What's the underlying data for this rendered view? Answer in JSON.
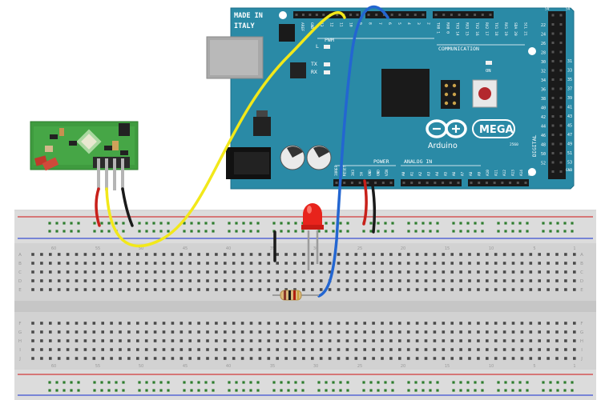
{
  "board": {
    "made_in": "MADE IN",
    "italy": "ITALY",
    "brand": "Arduino",
    "model": "MEGA",
    "model_sub": "2560",
    "pwm": "PWM",
    "communication": "COMMUNICATION",
    "power": "POWER",
    "analog_in": "ANALOG IN",
    "digital": "DIGITAL",
    "led_l": "L",
    "led_tx": "TX",
    "led_rx": "RX",
    "led_on": "ON",
    "top_header_labels": [
      "AREF",
      "GND",
      "13",
      "12",
      "11",
      "10",
      "9",
      "8",
      "7",
      "6",
      "5",
      "4",
      "3",
      "2",
      "TX0 1",
      "RX0 0",
      "TX3 14",
      "RX3 15",
      "TX2 16",
      "RX2 17",
      "TX1 18",
      "RX1 19",
      "SDA 20",
      "SCL 21"
    ],
    "power_labels": [
      "IOREF",
      "RESET",
      "3V3",
      "5V",
      "GND",
      "GND",
      "VIN"
    ],
    "analog_labels": [
      "A0",
      "A1",
      "A2",
      "A3",
      "A4",
      "A5",
      "A6",
      "A7",
      "A8",
      "A9",
      "A10",
      "A11",
      "A12",
      "A13",
      "A14",
      "A15"
    ],
    "right_labels_left": [
      "22",
      "24",
      "26",
      "28",
      "30",
      "32",
      "34",
      "36",
      "38",
      "40",
      "42",
      "44",
      "46",
      "48",
      "50",
      "52"
    ],
    "right_labels_right": [
      "31",
      "33",
      "35",
      "37",
      "39",
      "41",
      "43",
      "45",
      "47",
      "49",
      "51",
      "53"
    ],
    "right_top_pins": [
      "5V",
      "5V"
    ],
    "right_bottom_pin": "GND"
  },
  "breadboard": {
    "column_numbers_top": [
      "60",
      "55",
      "50",
      "45",
      "40",
      "35",
      "30",
      "25",
      "20",
      "15",
      "10",
      "5",
      "1"
    ],
    "row_letters_top": [
      "A",
      "B",
      "C",
      "D",
      "E"
    ],
    "row_letters_bottom": [
      "F",
      "G",
      "H",
      "I",
      "J"
    ]
  },
  "components": {
    "rf_module": "rf-receiver-module",
    "led_color": "#e8231c",
    "resistor": "resistor"
  },
  "colors": {
    "board_teal": "#2a8aa6",
    "module_green": "#3f9b3f",
    "wire_yellow": "#f2e81a",
    "wire_blue": "#2366d1",
    "wire_red": "#c8201a",
    "wire_black": "#1a1a1a",
    "rail_red": "#d23b3b",
    "rail_blue": "#3b4fd2"
  }
}
